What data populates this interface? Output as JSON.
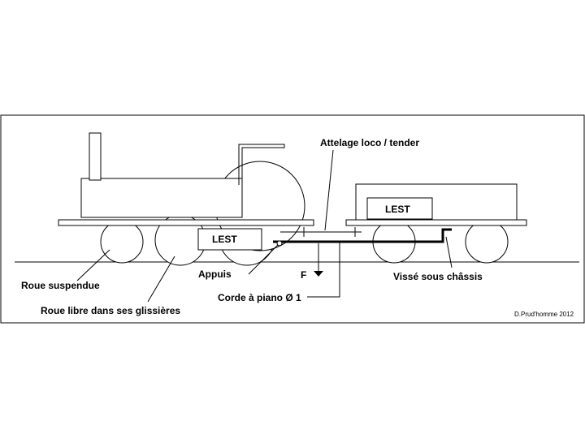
{
  "labels": {
    "attelage": "Attelage loco / tender",
    "lest_tender": "LEST",
    "lest_loco": "LEST",
    "appuis": "Appuis",
    "force": "F",
    "visse": "Vissé sous châssis",
    "roue_suspendue": "Roue suspendue",
    "corde": "Corde à piano Ø 1",
    "roue_libre": "Roue libre dans ses glissières",
    "credit": "D.Prud'homme 2012"
  },
  "colors": {
    "line": "#000000",
    "background": "#ffffff"
  }
}
